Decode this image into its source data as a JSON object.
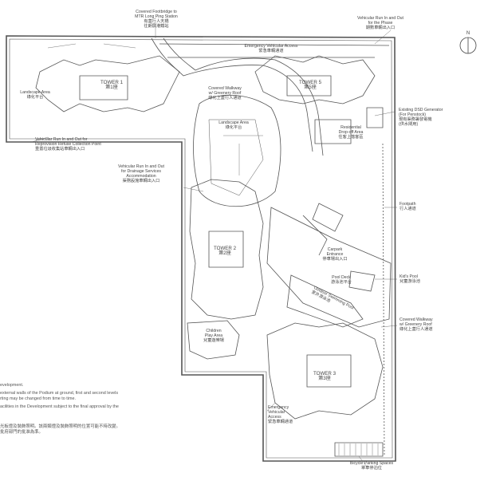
{
  "plan": {
    "labels": {
      "footbridge": {
        "en1": "Covered Footbridge to",
        "en2": "MTR Long Ping Station",
        "zh": "有蓋行人天橋",
        "zh2": "往朗屏港鐵站"
      },
      "vehicular_phase": {
        "en1": "Vehicular Run In and Out",
        "en2": "for the Phase",
        "zh": "期數車輛出入口"
      },
      "emergency_top": {
        "en": "Emergency Vehicular Access",
        "zh": "緊急車輛通道"
      },
      "landscape_left": {
        "en": "Landscape Area",
        "zh": "綠化平台"
      },
      "tower1": {
        "en": "TOWER 1",
        "zh": "第1座"
      },
      "tower2": {
        "en": "TOWER 2",
        "zh": "第2座"
      },
      "tower3": {
        "en": "TOWER 3",
        "zh": "第3座"
      },
      "tower5": {
        "en": "TOWER 5",
        "zh": "第5座"
      },
      "covered_walkway_top": {
        "en1": "Covered Walkway",
        "en2": "w/ Greenery Roof",
        "zh": "綠化上蓋行人通道"
      },
      "landscape_center": {
        "en": "Landscape Area",
        "zh": "綠化平台"
      },
      "residential_dropoff": {
        "en1": "Residential",
        "en2": "Drop-off Area",
        "zh": "住客上落客區"
      },
      "existing_dsd": {
        "en1": "Existing DSD Generator",
        "en2": "(For Penstock)",
        "zh": "現有渠務署發電機",
        "zh2": "(供水閘用)"
      },
      "refuse": {
        "en1": "Vehicular Run In and Out for",
        "en2": "Reprovision Refuse Collection Point",
        "zh": "重置垃圾收集站車輛出入口"
      },
      "drainage": {
        "en1": "Vehicular Run In and Out",
        "en2": "for Drainage Services",
        "en3": "Accommodation",
        "zh": "渠務設施車輛出入口"
      },
      "footpath": {
        "en": "Footpath",
        "zh": "行人通道"
      },
      "carpark": {
        "en1": "Carpark",
        "en2": "Entrance",
        "zh": "停車場出入口"
      },
      "pool_deck": {
        "en": "Pool Deck",
        "zh": "游泳池平台"
      },
      "kids_pool": {
        "en": "Kid's Pool",
        "zh": "兒童游泳池"
      },
      "outdoor_pool": {
        "en": "Outdoor Swimming Pool",
        "zh": "室外游泳池"
      },
      "children_play": {
        "en1": "Children",
        "en2": "Play Area",
        "zh": "兒童遊樂場"
      },
      "covered_walkway_right": {
        "en1": "Covered Walkway",
        "en2": "w/ Greenery Roof",
        "zh": "綠化上蓋行人通道"
      },
      "emergency_bottom": {
        "en1": "Emergency",
        "en2": "Vehicular",
        "en3": "Access",
        "zh": "緊急車輛通道"
      },
      "bicycle": {
        "en": "Bicycle Parking Spaces",
        "zh": "單車停泊位"
      },
      "north": "N"
    },
    "notes": {
      "line1": "evelopment.",
      "line2": "external walls of the Podium at ground, first and second levels",
      "line3": "rting may be changed from time to time.",
      "line4": "acilities in the Development subject to the final approval by the",
      "line5": "光板燈及裝飾照明。該兩類燈及裝飾照明的位置可能不時改變。",
      "line6": "批府部門的批准為準。"
    }
  }
}
